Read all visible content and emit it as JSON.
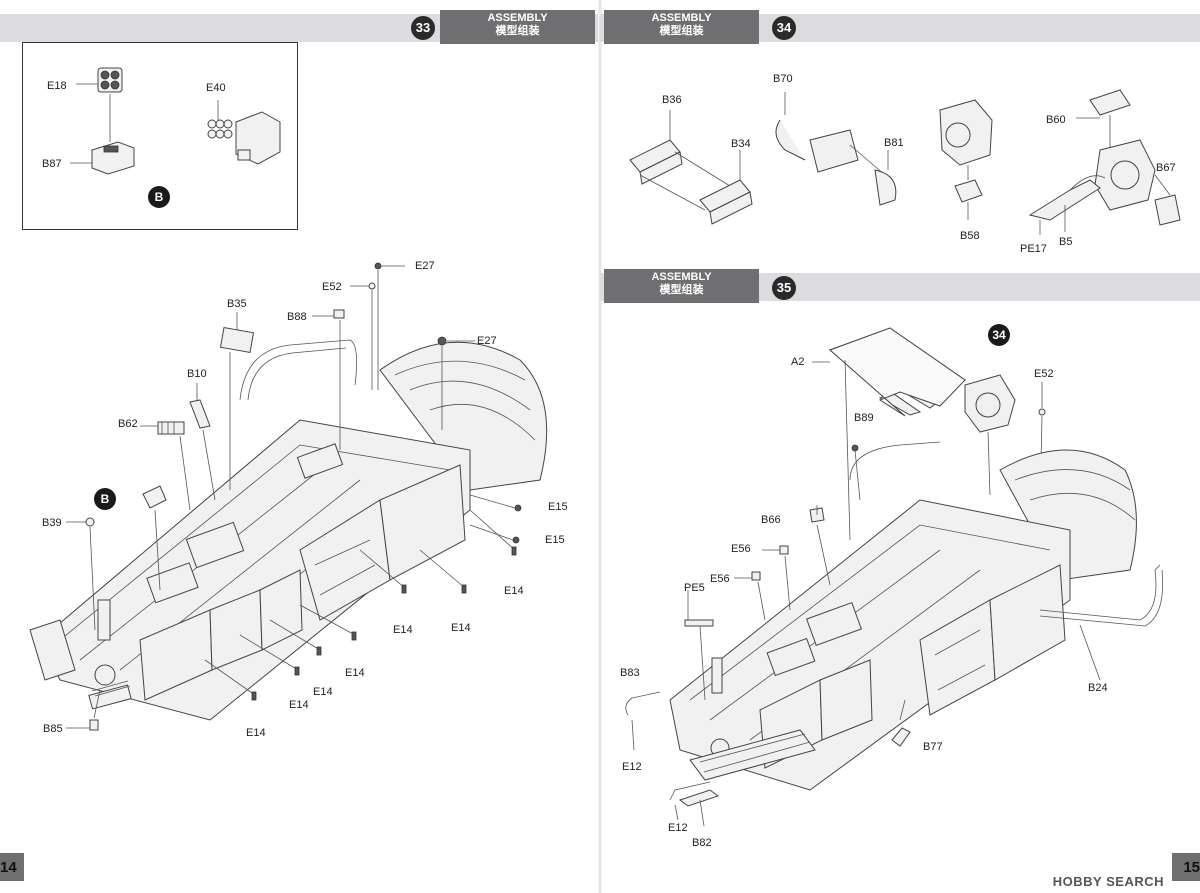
{
  "left_page": {
    "page_number": "14",
    "step33": {
      "number": "33",
      "title_en": "ASSEMBLY",
      "title_cn": "模型组装"
    },
    "inset": {
      "badge": "B",
      "labels": {
        "e18": "E18",
        "e40": "E40",
        "b87": "B87"
      }
    },
    "main_badge": "B",
    "labels": {
      "e27_top": "E27",
      "e52": "E52",
      "b35": "B35",
      "b88": "B88",
      "e27_mid": "E27",
      "b10": "B10",
      "b62": "B62",
      "b39": "B39",
      "e15_a": "E15",
      "e15_b": "E15",
      "e14_1": "E14",
      "e14_2": "E14",
      "e14_3": "E14",
      "e14_4": "E14",
      "e14_5": "E14",
      "e14_6": "E14",
      "e14_7": "E14",
      "b85": "B85"
    }
  },
  "right_page": {
    "page_number": "15",
    "step34": {
      "number": "34",
      "title_en": "ASSEMBLY",
      "title_cn": "模型组装"
    },
    "step35": {
      "number": "35",
      "title_en": "ASSEMBLY",
      "title_cn": "模型组装",
      "sub_badge": "34"
    },
    "step34_labels": {
      "b36": "B36",
      "b34": "B34",
      "b70": "B70",
      "b81": "B81",
      "b58": "B58",
      "b60": "B60",
      "b67": "B67",
      "pe17": "PE17",
      "b5": "B5"
    },
    "step35_labels": {
      "a2": "A2",
      "e52": "E52",
      "b89": "B89",
      "b66": "B66",
      "e56_a": "E56",
      "e56_b": "E56",
      "pe5": "PE5",
      "b83": "B83",
      "b24": "B24",
      "b77": "B77",
      "e12_a": "E12",
      "e12_b": "E12",
      "b82": "B82"
    }
  },
  "watermark": "HOBBY SEARCH"
}
